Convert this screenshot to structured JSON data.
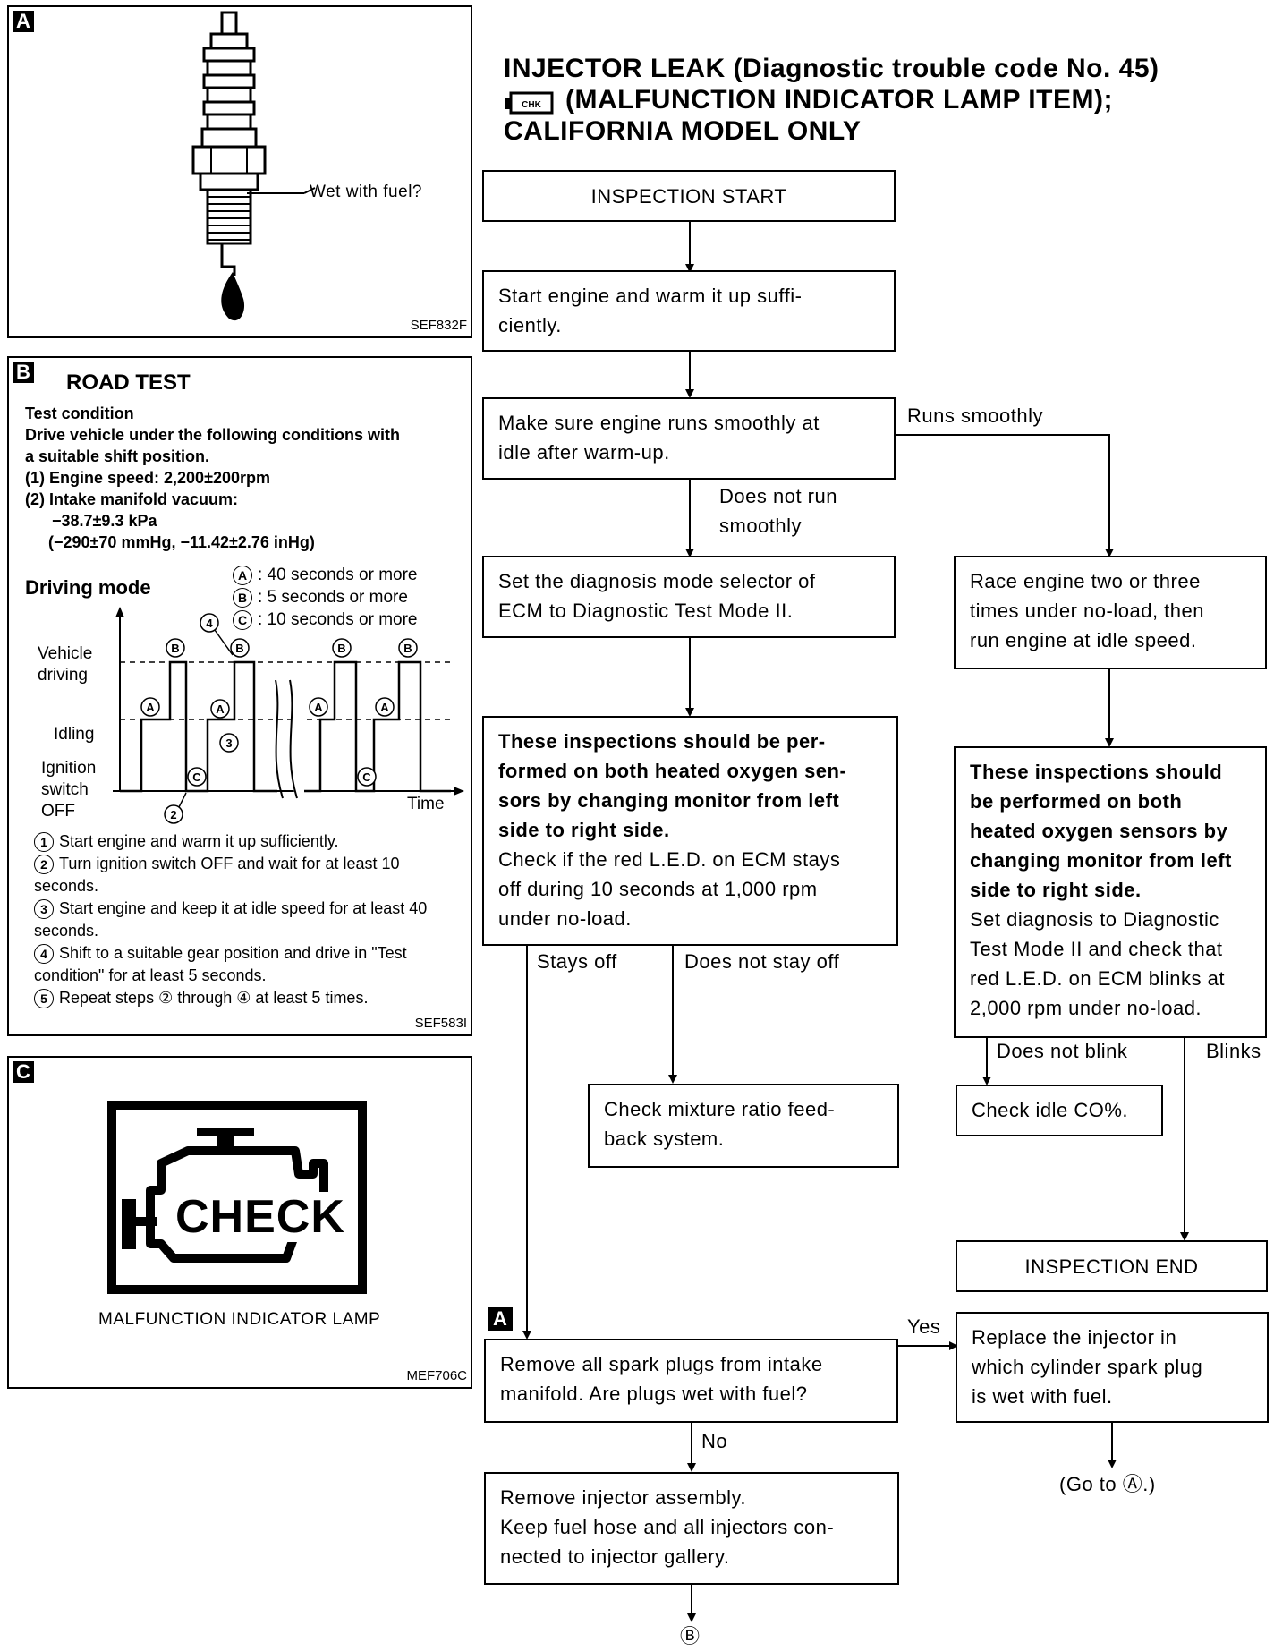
{
  "panel_a": {
    "label": "A",
    "callout": "Wet with fuel?",
    "figure_id": "SEF832F"
  },
  "panel_b": {
    "label": "B",
    "heading": "ROAD TEST",
    "test_condition_title": "Test condition",
    "test_condition_lines": [
      "Drive vehicle under the following conditions with",
      "a suitable shift position.",
      "(1) Engine speed:  2,200±200rpm",
      "(2) Intake manifold vacuum:",
      "−38.7±9.3 kPa",
      "(−290±70 mmHg, −11.42±2.76 inHg)"
    ],
    "driving_mode_title": "Driving mode",
    "mode_notes": [
      {
        "key": "A",
        "text": ":  40 seconds or more"
      },
      {
        "key": "B",
        "text": ":  5 seconds or more"
      },
      {
        "key": "C",
        "text": ":  10 seconds or more"
      }
    ],
    "axis_labels": {
      "vehicle_driving_1": "Vehicle",
      "vehicle_driving_2": "driving",
      "idling": "Idling",
      "ignition_1": "Ignition",
      "ignition_2": "switch",
      "ignition_3": "OFF",
      "time": "Time"
    },
    "steps": [
      {
        "num": "1",
        "text": "Start engine and warm it up sufficiently."
      },
      {
        "num": "2",
        "text": "Turn ignition switch OFF and wait for at least 10 seconds."
      },
      {
        "num": "3",
        "text": "Start engine and keep it at idle speed for at least 40 seconds."
      },
      {
        "num": "4",
        "text": "Shift to a suitable gear position and drive in \"Test condition\" for at least 5 seconds."
      },
      {
        "num": "5",
        "text": "Repeat steps ② through ④ at least 5 times."
      }
    ],
    "figure_id": "SEF583I"
  },
  "panel_c": {
    "label": "C",
    "check_text": "CHECK",
    "caption": "MALFUNCTION INDICATOR LAMP",
    "figure_id": "MEF706C"
  },
  "title": {
    "line1": "INJECTOR LEAK (Diagnostic trouble code No. 45)",
    "line2": "(MALFUNCTION INDICATOR LAMP ITEM);",
    "line3": "CALIFORNIA MODEL ONLY"
  },
  "flow": {
    "start": "INSPECTION START",
    "warm_up": "Start engine and warm it up suffi-\nciently.",
    "runs_smoothly_q": "Make sure engine runs smoothly at\nidle after warm-up.",
    "runs_smoothly": "Runs smoothly",
    "not_smoothly": "Does not run\nsmoothly",
    "set_mode": "Set the diagnosis mode selector of\nECM to Diagnostic Test Mode II.",
    "race_engine": "Race engine two or three\ntimes under no-load, then\nrun engine at idle speed.",
    "left_inspect_bold": "These inspections should be per-\nformed on both heated oxygen sen-\nsors by changing monitor from left\nside to right side.",
    "left_inspect_text": "Check if the red L.E.D. on ECM stays\noff during 10 seconds at 1,000 rpm\nunder no-load.",
    "right_inspect_bold": "These inspections should\nbe performed on both\nheated oxygen sensors by\nchanging monitor from left\nside to right side.",
    "right_inspect_text": "Set diagnosis to Diagnostic\nTest Mode II and check that\nred L.E.D. on ECM blinks at\n2,000 rpm under no-load.",
    "stays_off": "Stays off",
    "not_stay_off": "Does not stay off",
    "does_not_blink": "Does not blink",
    "blinks": "Blinks",
    "check_mixture": "Check mixture ratio feed-\nback system.",
    "check_idle": "Check idle CO%.",
    "end": "INSPECTION END",
    "marker_a": "A",
    "remove_plugs": "Remove all spark plugs from intake\nmanifold. Are plugs wet with fuel?",
    "yes": "Yes",
    "no": "No",
    "replace_injector": "Replace the injector in\nwhich cylinder spark plug\nis wet with fuel.",
    "goto_a": "(Go to Ⓐ.)",
    "remove_injector": "Remove injector assembly.\nKeep fuel hose and all injectors con-\nnected to injector gallery.",
    "goto_b": "Ⓑ"
  }
}
